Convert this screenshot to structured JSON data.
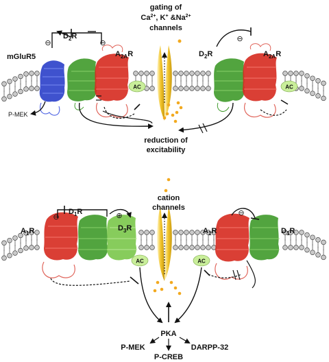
{
  "top": {
    "receptors": {
      "mglur5": "mGluR5",
      "d2r_left_base": "D",
      "d2r_left_sub": "2",
      "d2r_left_tail": "R",
      "a2ar_left_base": "A",
      "a2ar_left_sub": "2A",
      "a2ar_left_tail": "R",
      "d2r_right_base": "D",
      "d2r_right_sub": "2",
      "d2r_right_tail": "R",
      "a2ar_right_base": "A",
      "a2ar_right_sub": "2A",
      "a2ar_right_tail": "R"
    },
    "ac_left": "AC",
    "ac_right": "AC",
    "pmek": "P-MEK",
    "minus_left_1": "⊖",
    "minus_left_2": "⊖",
    "minus_right": "⊖",
    "gating": {
      "line1": "gating of",
      "line2_a": "Ca",
      "line2_a_sup": "2+",
      "line2_b": ", K",
      "line2_b_sup": "+",
      "line2_c": " &Na",
      "line2_c_sup": "2+",
      "line3": "channels"
    },
    "reduction": {
      "line1": "reduction of",
      "line2": "excitability"
    }
  },
  "bottom": {
    "receptors": {
      "a1r_left_base": "A",
      "a1r_left_sub": "1",
      "a1r_left_tail": "R",
      "d1r_left_base": "D",
      "d1r_left_sub": "1",
      "d1r_left_tail": "R",
      "d3r_base": "D",
      "d3r_sub": "3",
      "d3r_tail": "R",
      "a1r_right_base": "A",
      "a1r_right_sub": "1",
      "a1r_right_tail": "R",
      "d1r_right_base": "D",
      "d1r_right_sub": "1",
      "d1r_right_tail": "R"
    },
    "ac_left": "AC",
    "ac_right": "AC",
    "minus_left": "⊖",
    "plus_left": "⊕",
    "minus_right": "⊖",
    "cation": {
      "line1": "cation",
      "line2": "channels"
    },
    "pka": "PKA",
    "targets": {
      "pmek": "P-MEK",
      "pcreb": "P-CREB",
      "darpp": "DARPP-32"
    }
  },
  "colors": {
    "mglur5": "#2a3fc9",
    "d2_d1_d3": "#3f9a2a",
    "d3_light": "#7ac64a",
    "a2a_a1": "#d62a1f",
    "ac_fill": "#c9ee9a",
    "channel": "#f2c42a",
    "ion": "#f2a91f",
    "lipid_head": "#c9c9c9"
  }
}
